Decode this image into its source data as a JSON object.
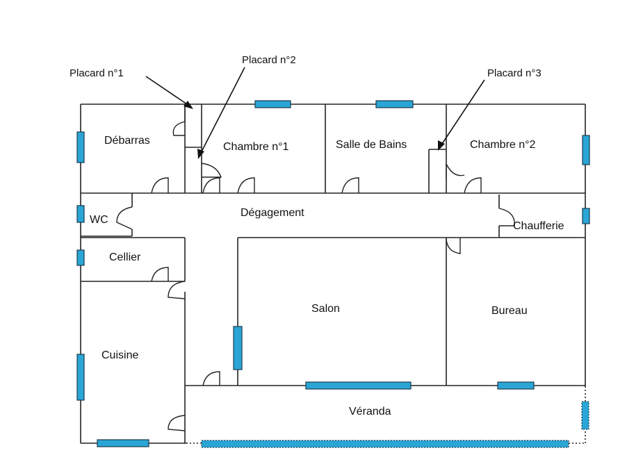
{
  "rooms": {
    "debarras": "Débarras",
    "chambre1": "Chambre n°1",
    "salle_de_bains": "Salle de Bains",
    "chambre2": "Chambre n°2",
    "wc": "WC",
    "degagement": "Dégagement",
    "chaufferie": "Chaufferie",
    "cellier": "Cellier",
    "salon": "Salon",
    "bureau": "Bureau",
    "cuisine": "Cuisine",
    "veranda": "Véranda"
  },
  "callouts": {
    "placard1": "Placard n°1",
    "placard2": "Placard n°2",
    "placard3": "Placard n°3"
  },
  "colors": {
    "window": "#2aa6d6",
    "wall": "#222222"
  }
}
